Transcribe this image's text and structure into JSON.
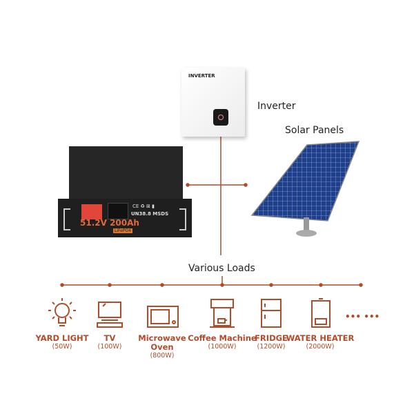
{
  "labels": {
    "inverter": "Inverter",
    "solar_panels": "Solar Panels",
    "various_loads": "Various Loads"
  },
  "inverter": {
    "brand": "INVERTER"
  },
  "battery": {
    "spec": "51.2V 200Ah",
    "chem": "LiFePO4",
    "cert": "UN38.8 MSDS",
    "marks": "CE ♻ ⊠ ▮"
  },
  "loads": [
    {
      "name": "YARD LIGHT",
      "watt": "(50W)",
      "icon": "light-bulb-icon"
    },
    {
      "name": "TV",
      "watt": "(100W)",
      "icon": "tv-icon"
    },
    {
      "name": "Microwave Oven",
      "watt": "(800W)",
      "icon": "microwave-icon"
    },
    {
      "name": "Coffee Machine",
      "watt": "(1000W)",
      "icon": "coffee-machine-icon"
    },
    {
      "name": "FRIDGE",
      "watt": "(1200W)",
      "icon": "fridge-icon"
    },
    {
      "name": "WATER HEATER",
      "watt": "(2000W)",
      "icon": "water-heater-icon"
    }
  ],
  "more": "••• •••",
  "colors": {
    "accent": "#b24b2a"
  }
}
